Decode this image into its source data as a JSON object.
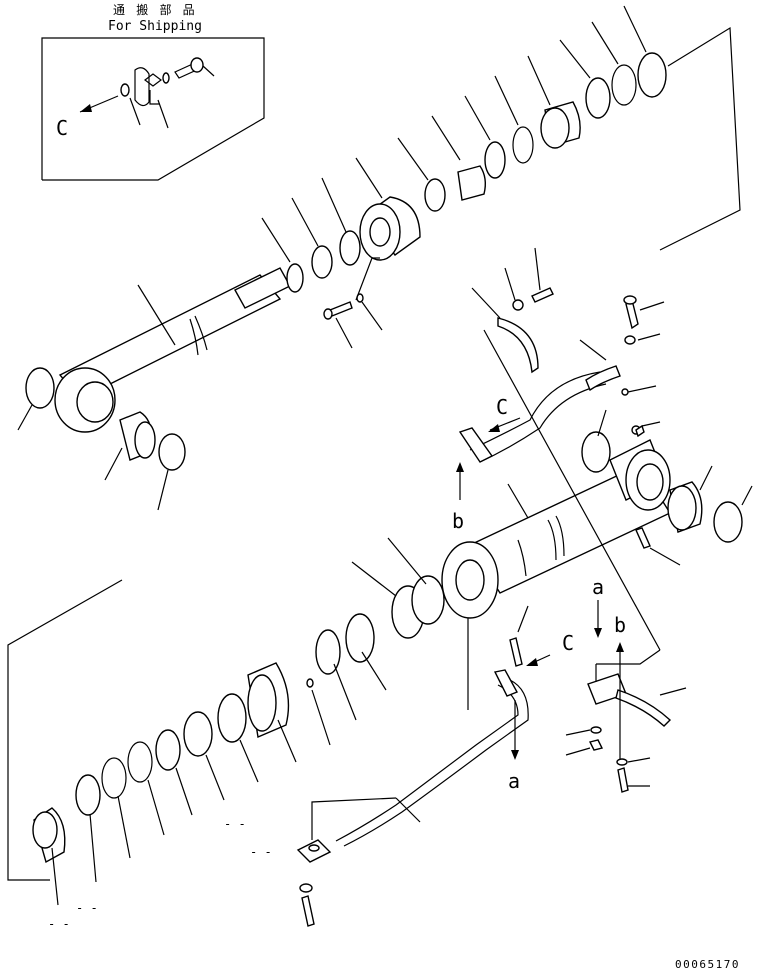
{
  "header": {
    "japanese": "通 搬 部 品",
    "english": "For Shipping"
  },
  "letters": {
    "c_inset": "C",
    "c_mid": "C",
    "c_right": "C",
    "b_left": "b",
    "b_right": "b",
    "a_top": "a",
    "a_bottom": "a"
  },
  "dashes": {
    "d1": "- -",
    "d2": "- -",
    "d3": "- -",
    "d4": "- -"
  },
  "drawing_number": "00065170"
}
